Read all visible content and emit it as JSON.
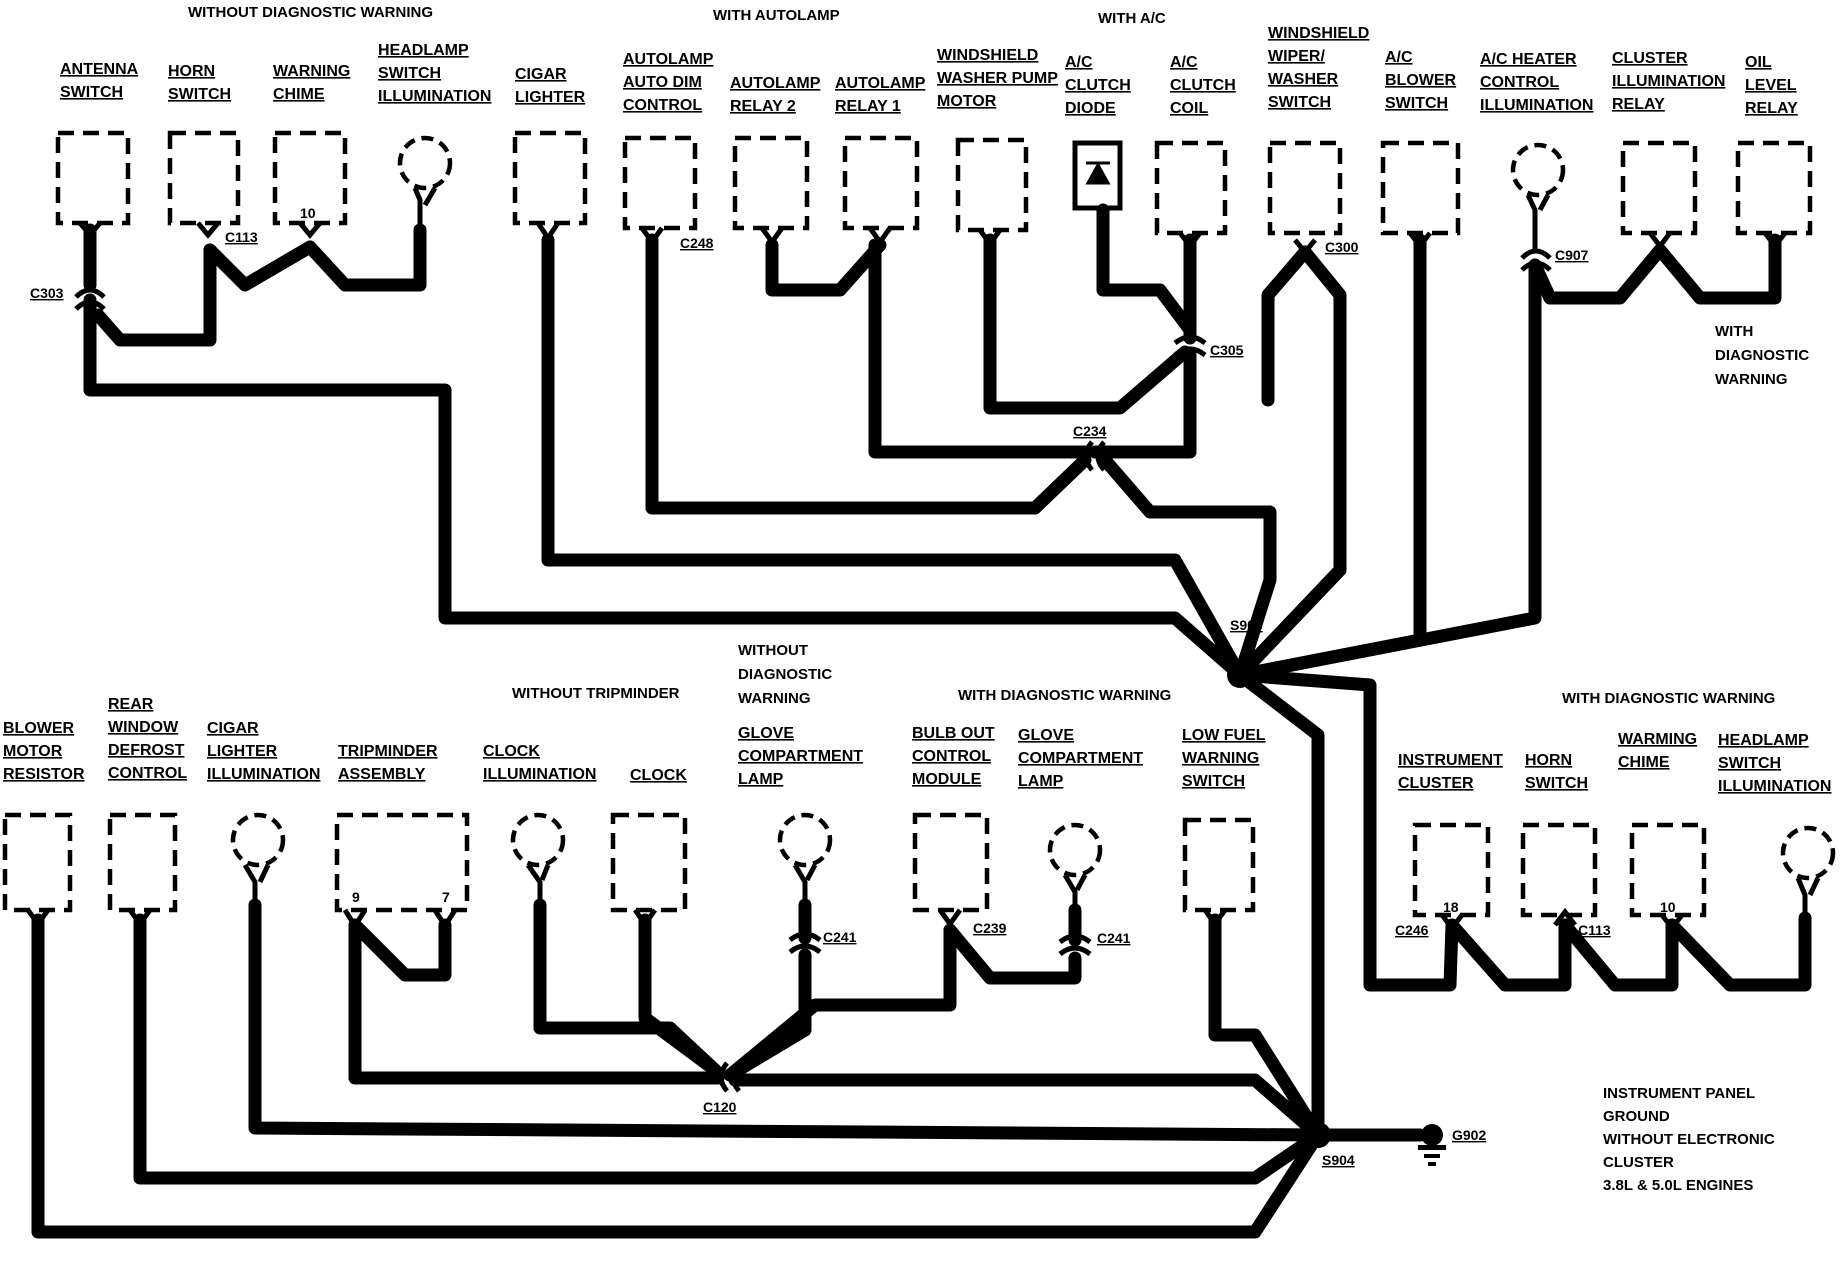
{
  "groups": {
    "without_diag_top": "WITHOUT DIAGNOSTIC WARNING",
    "with_autolamp": "WITH AUTOLAMP",
    "with_ac": "WITH A/C",
    "with_diag_top_right": [
      "WITH",
      "DIAGNOSTIC",
      "WARNING"
    ],
    "without_tripminder": "WITHOUT TRIPMINDER",
    "without_diag_glove": [
      "WITHOUT",
      "DIAGNOSTIC",
      "WARNING"
    ],
    "with_diag_mid": "WITH DIAGNOSTIC WARNING",
    "with_diag_right": "WITH DIAGNOSTIC WARNING"
  },
  "top_components": {
    "antenna": [
      "ANTENNA",
      "SWITCH"
    ],
    "horn": [
      "HORN",
      "SWITCH"
    ],
    "chime": [
      "WARNING",
      "CHIME"
    ],
    "headlamp": [
      "HEADLAMP",
      "SWITCH",
      "ILLUMINATION"
    ],
    "cigar": [
      "CIGAR",
      "LIGHTER"
    ],
    "autodim": [
      "AUTOLAMP",
      "AUTO DIM",
      "CONTROL"
    ],
    "relay2": [
      "AUTOLAMP",
      "RELAY 2"
    ],
    "relay1": [
      "AUTOLAMP",
      "RELAY 1"
    ],
    "washer": [
      "WINDSHIELD",
      "WASHER PUMP",
      "MOTOR"
    ],
    "diode": [
      "A/C",
      "CLUTCH",
      "DIODE"
    ],
    "coil": [
      "A/C",
      "CLUTCH",
      "COIL"
    ],
    "wiper": [
      "WINDSHIELD",
      "WIPER/",
      "WASHER",
      "SWITCH"
    ],
    "blower": [
      "A/C",
      "BLOWER",
      "SWITCH"
    ],
    "acheater": [
      "A/C HEATER",
      "CONTROL",
      "ILLUMINATION"
    ],
    "clusterrelay": [
      "CLUSTER",
      "ILLUMINATION",
      "RELAY"
    ],
    "oilrelay": [
      "OIL",
      "LEVEL",
      "RELAY"
    ]
  },
  "bottom_components": {
    "blowerres": [
      "BLOWER",
      "MOTOR",
      "RESISTOR"
    ],
    "defrost": [
      "REAR",
      "WINDOW",
      "DEFROST",
      "CONTROL"
    ],
    "cigarillum": [
      "CIGAR",
      "LIGHTER",
      "ILLUMINATION"
    ],
    "tripminder": [
      "TRIPMINDER",
      "ASSEMBLY"
    ],
    "clockillum": [
      "CLOCK",
      "ILLUMINATION"
    ],
    "clock": [
      "CLOCK"
    ],
    "glove1": [
      "GLOVE",
      "COMPARTMENT",
      "LAMP"
    ],
    "bulbout": [
      "BULB OUT",
      "CONTROL",
      "MODULE"
    ],
    "glove2": [
      "GLOVE",
      "COMPARTMENT",
      "LAMP"
    ],
    "lowfuel": [
      "LOW FUEL",
      "WARNING",
      "SWITCH"
    ],
    "cluster": [
      "INSTRUMENT",
      "CLUSTER"
    ],
    "horn2": [
      "HORN",
      "SWITCH"
    ],
    "chime2": [
      "WARMING",
      "CHIME"
    ],
    "headlamp2": [
      "HEADLAMP",
      "SWITCH",
      "ILLUMINATION"
    ]
  },
  "connectors": {
    "c303": "C303",
    "c113": "C113",
    "c248": "C248",
    "c300": "C300",
    "c907": "C907",
    "c305": "C305",
    "c234": "C234",
    "s903": "S903",
    "c241a": "C241",
    "c239": "C239",
    "c241b": "C241",
    "c120": "C120",
    "s904": "S904",
    "g902": "G902",
    "c246": "C246",
    "c113b": "C113"
  },
  "pins": {
    "chime": "10",
    "trip9": "9",
    "trip7": "7",
    "cluster": "18",
    "chime2": "10"
  },
  "note": [
    "INSTRUMENT PANEL",
    "GROUND",
    "WITHOUT ELECTRONIC",
    "CLUSTER",
    "3.8L & 5.0L ENGINES"
  ]
}
